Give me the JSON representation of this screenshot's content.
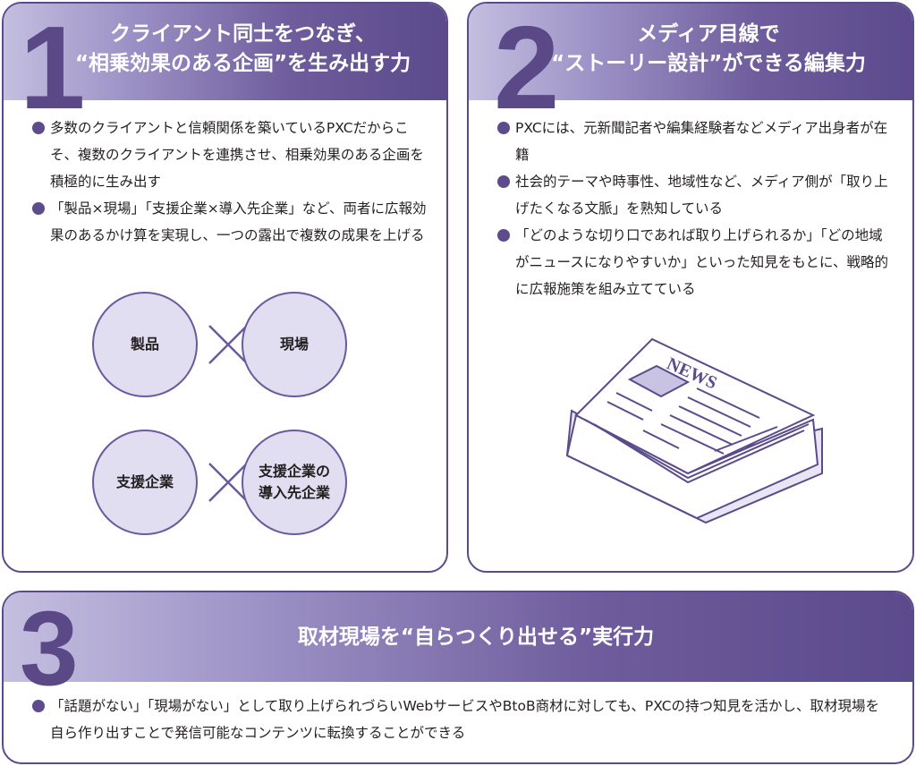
{
  "sections": [
    {
      "number": "1",
      "title_line1": "クライアント同士をつなぎ、",
      "title_line2": "“相乗効果のある企画”を生み出す力",
      "bullets": [
        "多数のクライアントと信頼関係を築いているPXCだからこそ、複数のクライアントを連携させ、相乗効果のある企画を積極的に生み出す",
        "「製品×現場」「支援企業×導入先企業」など、両者に広報効果のあるかけ算を実現し、一つの露出で複数の成果を上げる"
      ],
      "diagram": {
        "row1": [
          "製品",
          "現場"
        ],
        "row2": [
          "支援企業",
          "支援企業の導入先企業"
        ]
      }
    },
    {
      "number": "2",
      "title_line1": "メディア目線で",
      "title_line2": "“ストーリー設計”ができる編集力",
      "bullets": [
        "PXCには、元新聞記者や編集経験者などメディア出身者が在籍",
        "社会的テーマや時事性、地域性など、メディア側が「取り上げたくなる文脈」を熟知している",
        "「どのような切り口であれば取り上げられるか」「どの地域がニュースになりやすいか」といった知見をもとに、戦略的に広報施策を組み立てている"
      ],
      "illustration_text": "NEWS"
    },
    {
      "number": "3",
      "title_line1": "取材現場を“自らつくり出せる”実行力",
      "bullets": [
        "「話題がない」「現場がない」として取り上げられづらいWebサービスやBtoB商材に対しても、PXCの持つ知見を活かし、取材現場を自ら作り出すことで発信可能なコンテンツに転換することができる"
      ]
    }
  ],
  "colors": {
    "accent": "#5b4a8c",
    "circle_fill": "#e1def1"
  }
}
